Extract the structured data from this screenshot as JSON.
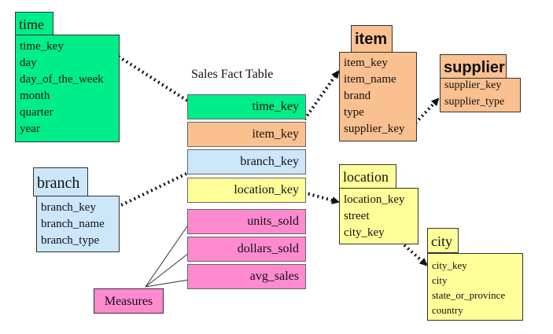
{
  "colors": {
    "time": "#00ee8a",
    "item": "#fac090",
    "branch": "#cce6fa",
    "location": "#ffff9a",
    "measure": "#ff8ad0",
    "dotted_line": "#111111"
  },
  "time": {
    "title": "time",
    "attributes": [
      "time_key",
      "day",
      "day_of_the_week",
      "month",
      "quarter",
      "year"
    ]
  },
  "branch": {
    "title": "branch",
    "attributes": [
      "branch_key",
      "branch_name",
      "branch_type"
    ]
  },
  "fact_table": {
    "title": "Sales Fact Table",
    "keys": [
      "time_key",
      "item_key",
      "branch_key",
      "location_key"
    ],
    "measures": [
      "units_sold",
      "dollars_sold",
      "avg_sales"
    ]
  },
  "measures_label": "Measures",
  "item": {
    "title": "item",
    "attributes": [
      "item_key",
      "item_name",
      "brand",
      "type",
      "supplier_key"
    ]
  },
  "supplier": {
    "title": "supplier",
    "attributes": [
      "supplier_key",
      "supplier_type"
    ]
  },
  "location": {
    "title": "location",
    "attributes": [
      "location_key",
      "street",
      "city_key"
    ]
  },
  "city": {
    "title": "city",
    "attributes": [
      "city_key",
      "city",
      "state_or_province",
      "country"
    ]
  }
}
